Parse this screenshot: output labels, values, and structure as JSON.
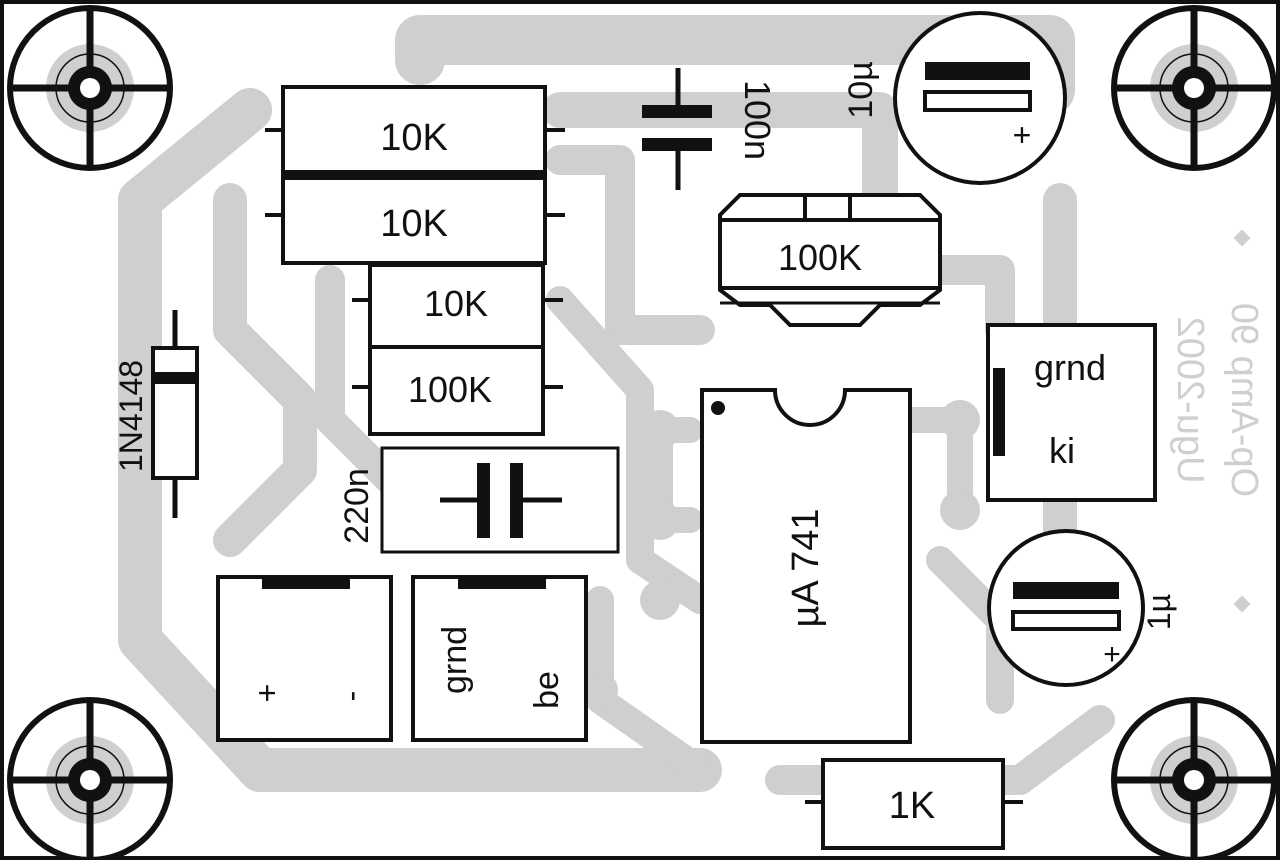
{
  "resistors": {
    "r1": "10K",
    "r2": "10K",
    "r3": "10K",
    "r4": "100K",
    "r5": "100K",
    "r6": "1K"
  },
  "capacitors": {
    "c_film_100n": "100n",
    "c_film_220n": "220n",
    "c_elec_10u": "10µ",
    "c_elec_1u": "1µ",
    "polarity_plus": "+"
  },
  "diode": {
    "label": "1N4148"
  },
  "ic": {
    "label": "µA 741"
  },
  "connectors": {
    "power": {
      "plus": "+",
      "minus": "-"
    },
    "input": {
      "ground": "grnd",
      "signal": "be"
    },
    "output": {
      "ground": "grnd",
      "signal": "ki"
    }
  },
  "board_text": {
    "line1": "Op-Amp 90",
    "line2": "Ugu-2002"
  },
  "colors": {
    "copper": "#cfcfcf",
    "silkscreen": "#111111",
    "background": "#ffffff"
  }
}
